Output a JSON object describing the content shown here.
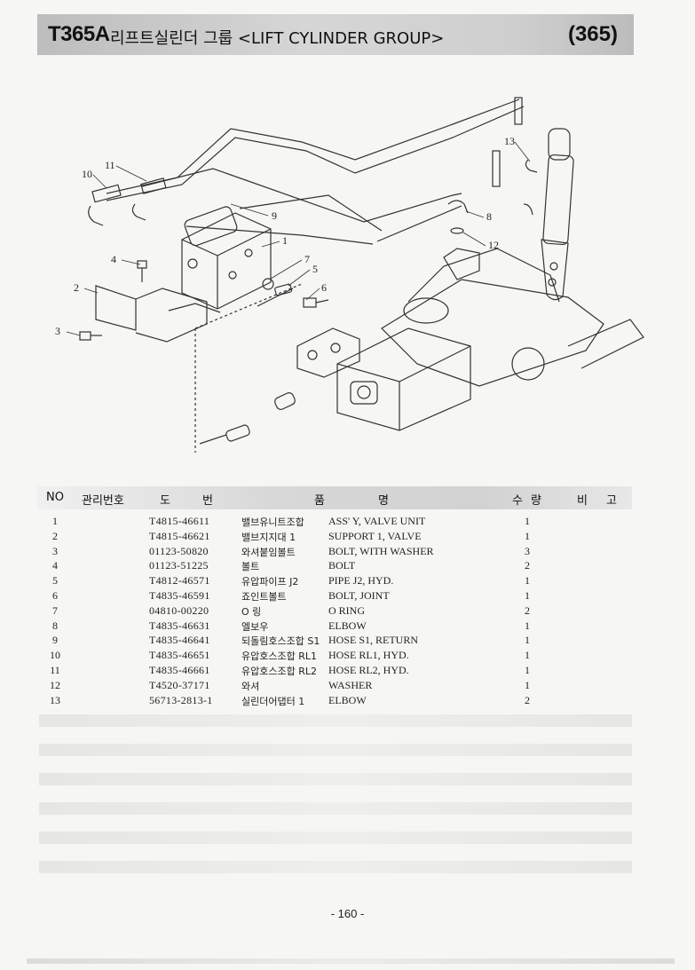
{
  "header": {
    "code": "T365A",
    "title": "리프트실린더 그룹 <LIFT CYLINDER GROUP>",
    "page_ref": "(365)"
  },
  "diagram": {
    "callouts": [
      "1",
      "2",
      "3",
      "4",
      "5",
      "6",
      "7",
      "8",
      "9",
      "10",
      "11",
      "12",
      "13"
    ]
  },
  "table": {
    "columns": {
      "no": "NO",
      "mgmt": "관리번호",
      "drawing_1": "도",
      "drawing_2": "번",
      "item_1": "품",
      "item_2": "명",
      "qty_1": "수",
      "qty_2": "량",
      "remark_1": "비",
      "remark_2": "고"
    },
    "rows": [
      {
        "no": "1",
        "part": "T4815-46611",
        "kor": "밸브유니트조합",
        "eng": "ASS' Y, VALVE UNIT",
        "qty": "1"
      },
      {
        "no": "2",
        "part": "T4815-46621",
        "kor": "밸브지지대 1",
        "eng": "SUPPORT 1, VALVE",
        "qty": "1"
      },
      {
        "no": "3",
        "part": "01123-50820",
        "kor": "와셔붙임볼트",
        "eng": "BOLT, WITH WASHER",
        "qty": "3"
      },
      {
        "no": "4",
        "part": "01123-51225",
        "kor": "볼트",
        "eng": "BOLT",
        "qty": "2"
      },
      {
        "no": "5",
        "part": "T4812-46571",
        "kor": "유압파이프 J2",
        "eng": "PIPE J2, HYD.",
        "qty": "1"
      },
      {
        "no": "6",
        "part": "T4835-46591",
        "kor": "죠인트볼트",
        "eng": "BOLT, JOINT",
        "qty": "1"
      },
      {
        "no": "7",
        "part": "04810-00220",
        "kor": "O 링",
        "eng": "O RING",
        "qty": "2"
      },
      {
        "no": "8",
        "part": "T4835-46631",
        "kor": "엘보우",
        "eng": "ELBOW",
        "qty": "1"
      },
      {
        "no": "9",
        "part": "T4835-46641",
        "kor": "되돌림호스조합 S1",
        "eng": "HOSE S1, RETURN",
        "qty": "1"
      },
      {
        "no": "10",
        "part": "T4835-46651",
        "kor": "유압호스조합 RL1",
        "eng": "HOSE RL1, HYD.",
        "qty": "1"
      },
      {
        "no": "11",
        "part": "T4835-46661",
        "kor": "유압호스조합 RL2",
        "eng": "HOSE RL2, HYD.",
        "qty": "1"
      },
      {
        "no": "12",
        "part": "T4520-37171",
        "kor": "와셔",
        "eng": "WASHER",
        "qty": "1"
      },
      {
        "no": "13",
        "part": "56713-2813-1",
        "kor": "실린더어댑터 1",
        "eng": "ELBOW",
        "qty": "2"
      }
    ]
  },
  "footer": {
    "page": "- 160 -"
  }
}
